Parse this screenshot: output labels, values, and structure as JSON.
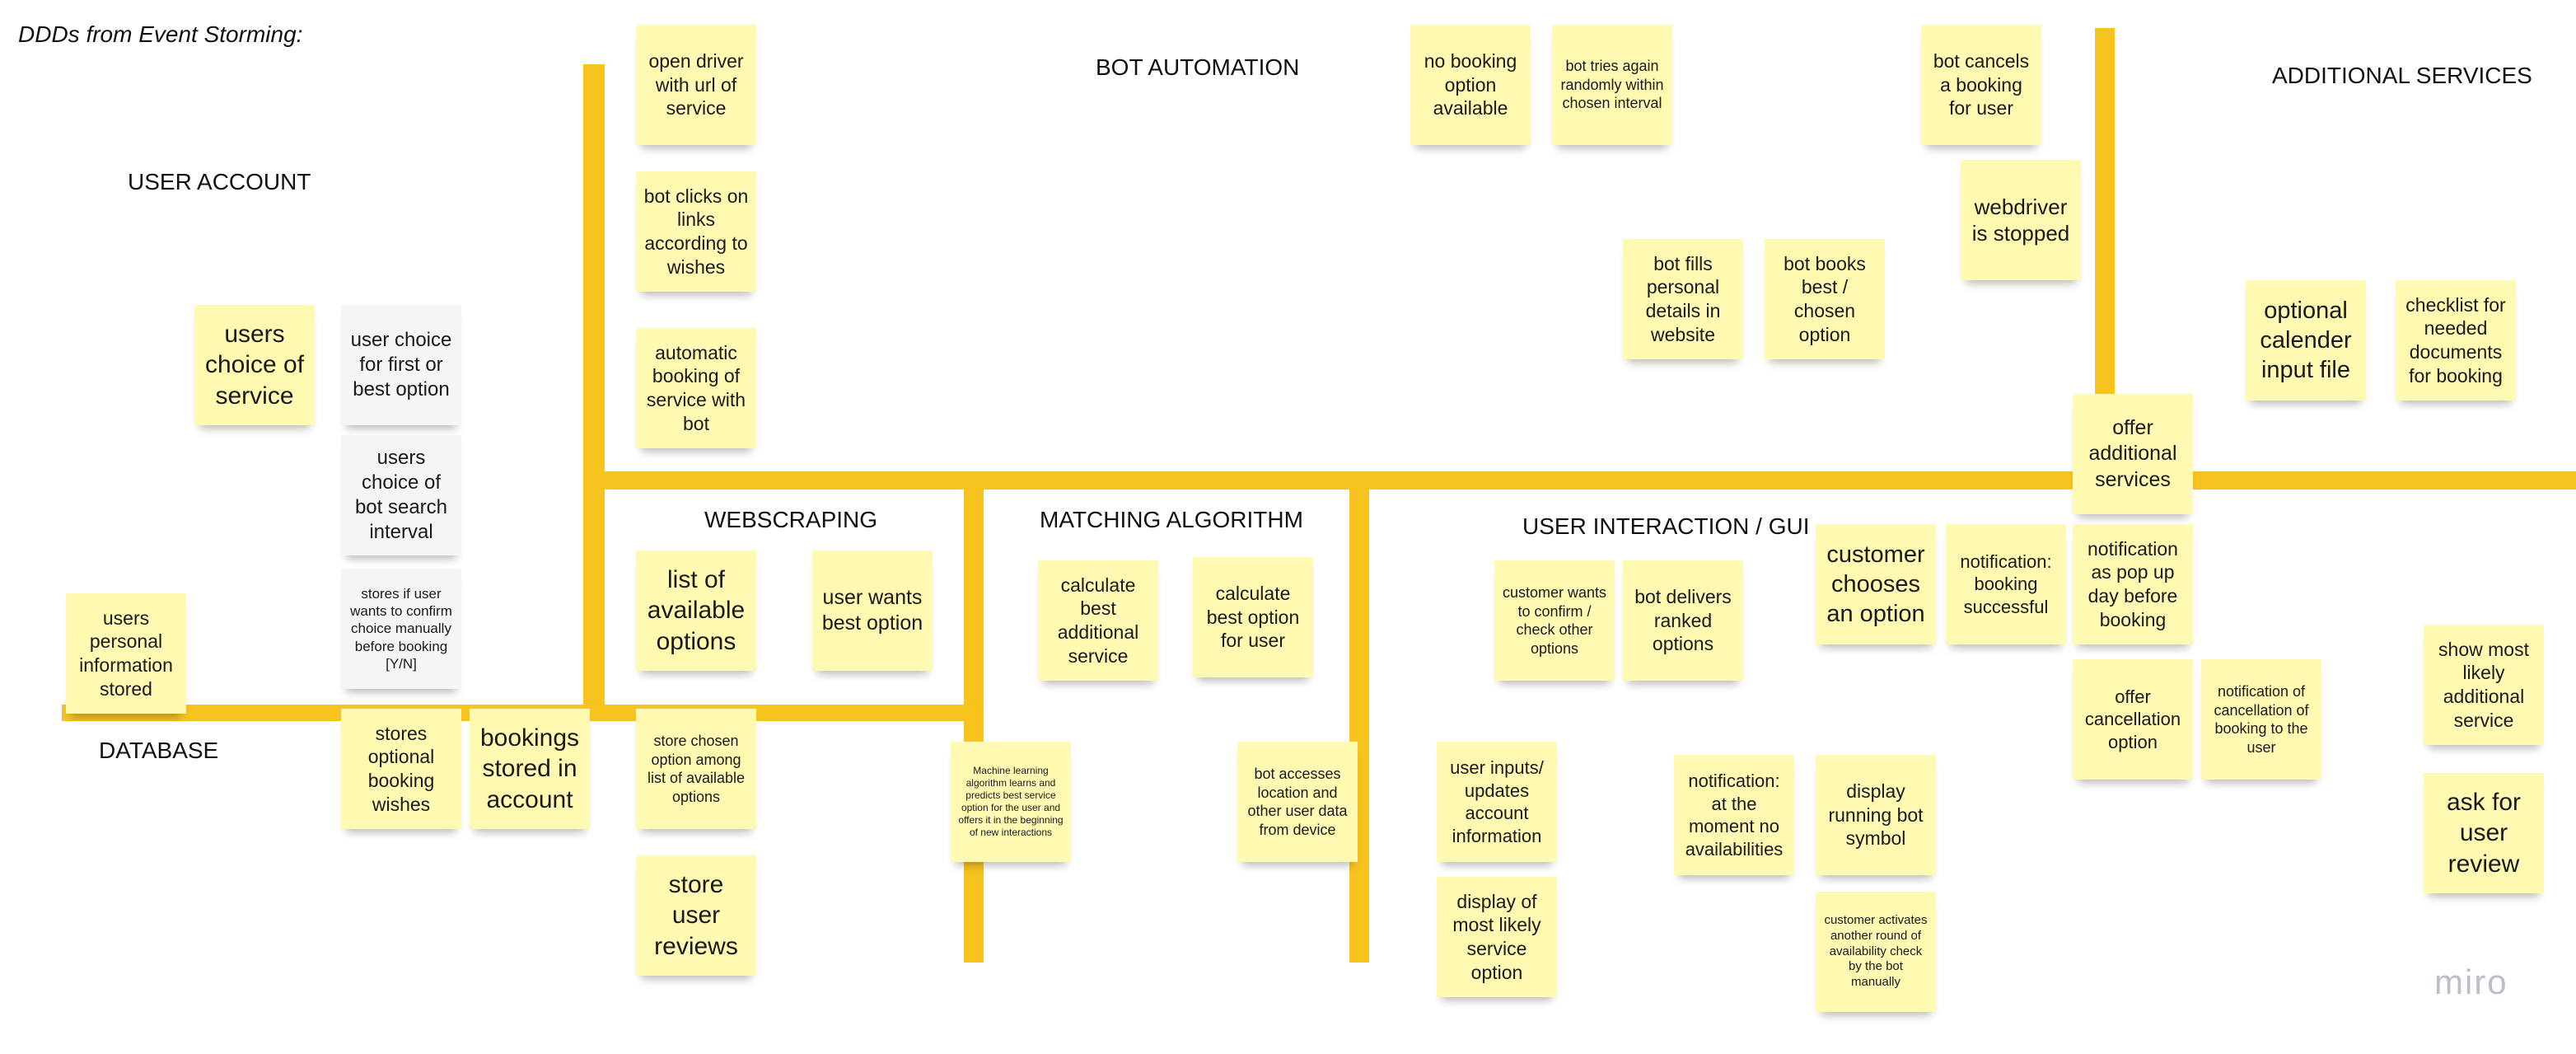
{
  "board": {
    "title": "DDDs from Event Storming:",
    "logo": "miro",
    "bar_color": "#f7c31f",
    "note_color": "#fff9b1",
    "grey_note_color": "#f4f5f7"
  },
  "areas": {
    "user_account": "USER ACCOUNT",
    "database": "DATABASE",
    "bot_automation": "BOT AUTOMATION",
    "additional_services": "ADDITIONAL SERVICES",
    "webscraping": "WEBSCRAPING",
    "matching_algorithm": "MATCHING ALGORITHM",
    "user_interaction": "USER INTERACTION / GUI"
  },
  "notes": {
    "users_choice_of_service": "users choice of service",
    "user_choice_first_or_best": "user choice for first or best option",
    "users_choice_bot_interval": "users choice of bot search interval",
    "stores_confirm_manually": "stores if user wants to confirm choice manually before booking [Y/N]",
    "users_personal_info_stored": "users personal information stored",
    "stores_optional_booking_wishes": "stores optional booking wishes",
    "bookings_stored_in_account": "bookings stored in account",
    "open_driver": "open driver with url of service",
    "bot_clicks_links": "bot clicks on links according to wishes",
    "automatic_booking": "automatic booking of service with bot",
    "no_booking_option": "no booking option available",
    "bot_tries_again": "bot tries again randomly within chosen interval",
    "bot_cancels_booking": "bot cancels a booking for user",
    "webdriver_stopped": "webdriver is stopped",
    "bot_fills_details": "bot fills personal details in website",
    "bot_books_best": "bot books best / chosen option",
    "optional_calender": "optional calender input file",
    "checklist_documents": "checklist for needed documents for booking",
    "offer_additional_services": "offer additional services",
    "notification_popup": "notification as pop up day before booking",
    "offer_cancellation": "offer cancellation option",
    "notification_cancellation": "notification of cancellation of booking to the user",
    "show_most_likely_service": "show most likely additional service",
    "ask_for_review": "ask for user review",
    "list_available_options": "list of available options",
    "user_wants_best": "user wants best option",
    "store_chosen_option": "store chosen option among list of available options",
    "store_user_reviews": "store user reviews",
    "calc_best_additional": "calculate best additional service",
    "calc_best_option": "calculate best option for user",
    "ml_algorithm": "Machine learning algorithm learns and predicts best service option for the user and offers it in the beginning of new interactions",
    "bot_accesses_location": "bot accesses location and other user data from device",
    "customer_confirm": "customer wants to confirm / check other options",
    "bot_delivers_ranked": "bot delivers ranked options",
    "customer_chooses": "customer chooses an option",
    "notification_booking_successful": "notification: booking successful",
    "user_inputs_updates": "user inputs/ updates account information",
    "display_most_likely": "display of most likely service option",
    "notification_no_availabilities": "notification: at the moment no availabilities",
    "display_running_bot": "display running bot symbol",
    "customer_activates_round": "customer activates another round of availability check by the bot manually"
  }
}
